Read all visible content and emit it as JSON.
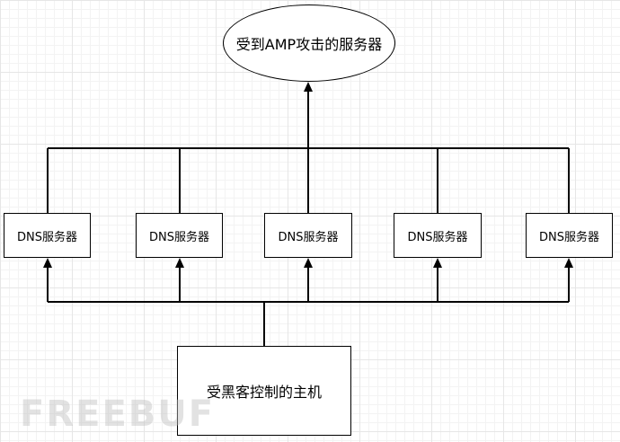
{
  "target_server": {
    "label": "受到AMP攻击的服务器"
  },
  "dns_servers": [
    {
      "label": "DNS服务器"
    },
    {
      "label": "DNS服务器"
    },
    {
      "label": "DNS服务器"
    },
    {
      "label": "DNS服务器"
    },
    {
      "label": "DNS服务器"
    }
  ],
  "attacker_host": {
    "label": "受黑客控制的主机"
  },
  "watermark": {
    "text": "FREEBUF"
  },
  "colors": {
    "stroke": "#000000",
    "fill": "#ffffff",
    "grid": "#e6e6e6",
    "watermark": "#bebebe"
  }
}
